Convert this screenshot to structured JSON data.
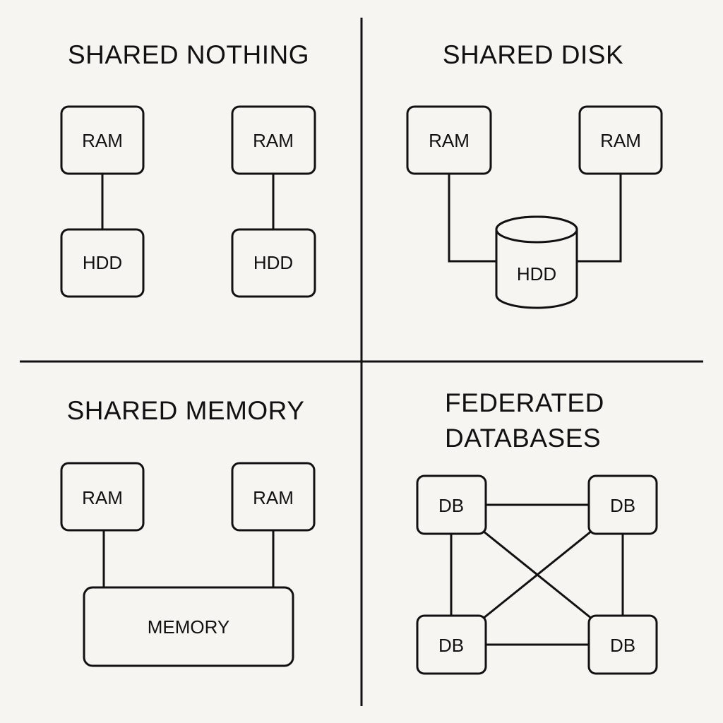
{
  "quadrants": {
    "shared_nothing": {
      "title": "SHARED NOTHING",
      "ram1": "RAM",
      "ram2": "RAM",
      "hdd1": "HDD",
      "hdd2": "HDD"
    },
    "shared_disk": {
      "title": "SHARED DISK",
      "ram1": "RAM",
      "ram2": "RAM",
      "hdd": "HDD"
    },
    "shared_memory": {
      "title": "SHARED MEMORY",
      "ram1": "RAM",
      "ram2": "RAM",
      "memory": "MEMORY"
    },
    "federated": {
      "title_line1": "FEDERATED",
      "title_line2": "DATABASES",
      "db1": "DB",
      "db2": "DB",
      "db3": "DB",
      "db4": "DB"
    }
  }
}
